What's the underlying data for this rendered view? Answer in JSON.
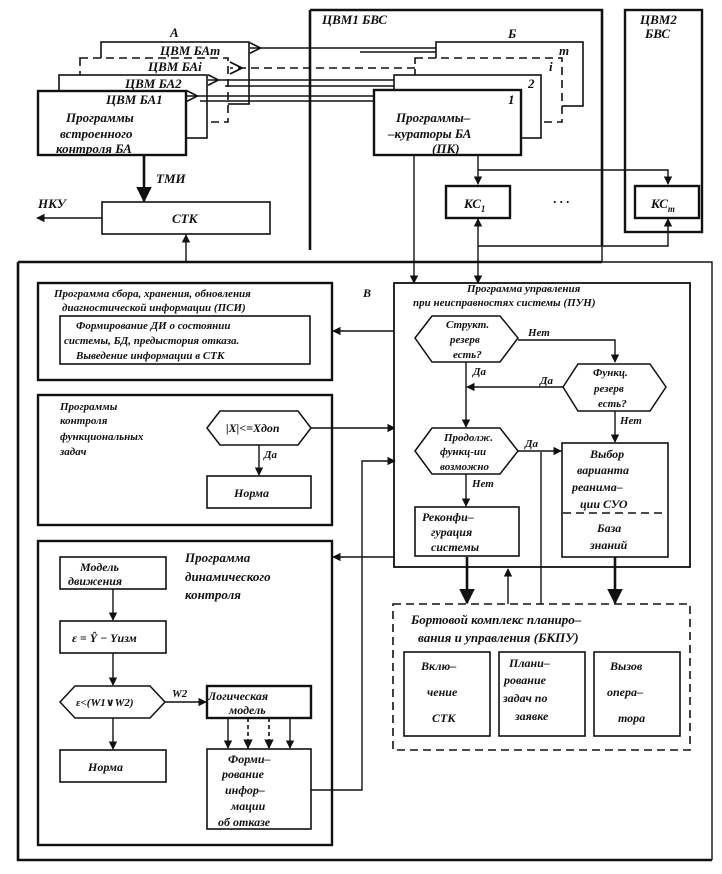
{
  "diagram": {
    "cvm1": {
      "label": "ЦВМ1 БВС"
    },
    "cvm2": {
      "label_line1": "ЦВМ2",
      "label_line2": "БВС"
    },
    "groupA": {
      "label": "А",
      "stack": [
        "ЦВМ БАm",
        "ЦВМ БАi",
        "ЦВМ БА2",
        "ЦВМ БА1"
      ],
      "main_box": [
        "Программы",
        "встроенного",
        "контроля БА"
      ]
    },
    "groupB": {
      "label": "Б",
      "stack_numbers": [
        "m",
        "i",
        "2",
        "1"
      ],
      "main_box": [
        "Программы–",
        "–кураторы БА",
        "(ПК)"
      ]
    },
    "tmi_label": "ТМИ",
    "nku_label": "НКУ",
    "stk_box": "СТК",
    "ks1": "КС",
    "ks1_sub": "1",
    "ksm": "КС",
    "ksm_sub": "m",
    "ellipsis": "· · ·",
    "section_v_label": "В",
    "psh": {
      "title": [
        "Программа сбора, хранения, обновления",
        "диагностической информации (ПСИ)"
      ],
      "inner": [
        "Формирование ДИ о состоянии",
        "системы, БД, предыстория отказа.",
        "Выведение информации в СТК"
      ]
    },
    "pkf": {
      "title": [
        "Программы",
        "контроля",
        "функциональных",
        "задач"
      ],
      "condition": "|X|<=Xдоп",
      "yes_label": "Да",
      "result": "Норма"
    },
    "pun": {
      "title": [
        "Программа управления",
        "при неисправностях системы (ПУН)"
      ],
      "struct_reserve": [
        "Структ.",
        "резерв",
        "есть?"
      ],
      "func_reserve": [
        "Функц.",
        "резерв",
        "есть?"
      ],
      "continue_possible": [
        "Продолж.",
        "функц-ии",
        "возможно"
      ],
      "reconfig": [
        "Реконфи–",
        "гурация",
        "системы"
      ],
      "select_variant": [
        "Выбор",
        "варианта",
        "реанима–",
        "ции СУО"
      ],
      "knowledge_base": [
        "База",
        "знаний"
      ],
      "no": "Нет",
      "yes": "Да"
    },
    "pdk": {
      "title": [
        "Программа",
        "динамического",
        "контроля"
      ],
      "motion_model": [
        "Модель",
        "движения"
      ],
      "epsilon": "ε = Ŷ − Yизм",
      "condition": "ε<(W1∨W2)",
      "w2_label": "W2",
      "logic_model": [
        "Логическая",
        "модель"
      ],
      "norm": "Норма",
      "failure_info": [
        "Форми–",
        "рование",
        "инфор–",
        "мации",
        "об отказе"
      ]
    },
    "bkpu": {
      "title": [
        "Бортовой комплекс планиро–",
        "вания и управления (БКПУ)"
      ],
      "boxes": [
        [
          "Вклю–",
          "чение",
          "СТК"
        ],
        [
          "Плани–",
          "рование",
          "задач по",
          "заявке"
        ],
        [
          "Вызов",
          "опера–",
          "тора"
        ]
      ]
    }
  }
}
